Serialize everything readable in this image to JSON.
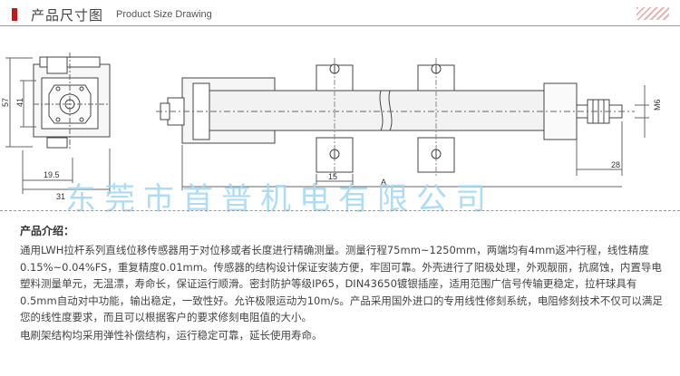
{
  "header": {
    "title_cn": "产品尺寸图",
    "title_en": "Product Size Drawing"
  },
  "drawing": {
    "dims": {
      "d57": "57",
      "d41": "41",
      "d19_5": "19.5",
      "d31": "31",
      "d15": "15",
      "dA": "A",
      "d28": "28",
      "dM6": "M6"
    }
  },
  "watermark": "东莞市首普机电有限公司",
  "intro": {
    "heading": "产品介绍：",
    "body": "通用LWH拉杆系列直线位移传感器用于对位移或者长度进行精确测量。测量行程75mm~1250mm，两端均有4mm返冲行程，线性精度0.15%~0.04%FS，重复精度0.01mm。传感器的结构设计保证安装方便，牢固可靠。外壳进行了阳极处理，外观靓丽，抗腐蚀，内置导电塑料测量单元，无温漂，寿命长，保证运行顺滑。密封防护等级IP65，DIN43650镀银插座，适用范围广信号传输更稳定，拉杆球具有0.5mm自动对中功能，输出稳定，一致性好。允许极限运动为10m/s。产品采用国外进口的专用线性修刻系统，电阻修刻技术不仅可以满足您的线性度要求，而且可以根据客户的要求修刻电阻值的大小。",
    "note": "电刷架结构均采用弹性补偿结构，运行稳定可靠，延长使用寿命。"
  }
}
